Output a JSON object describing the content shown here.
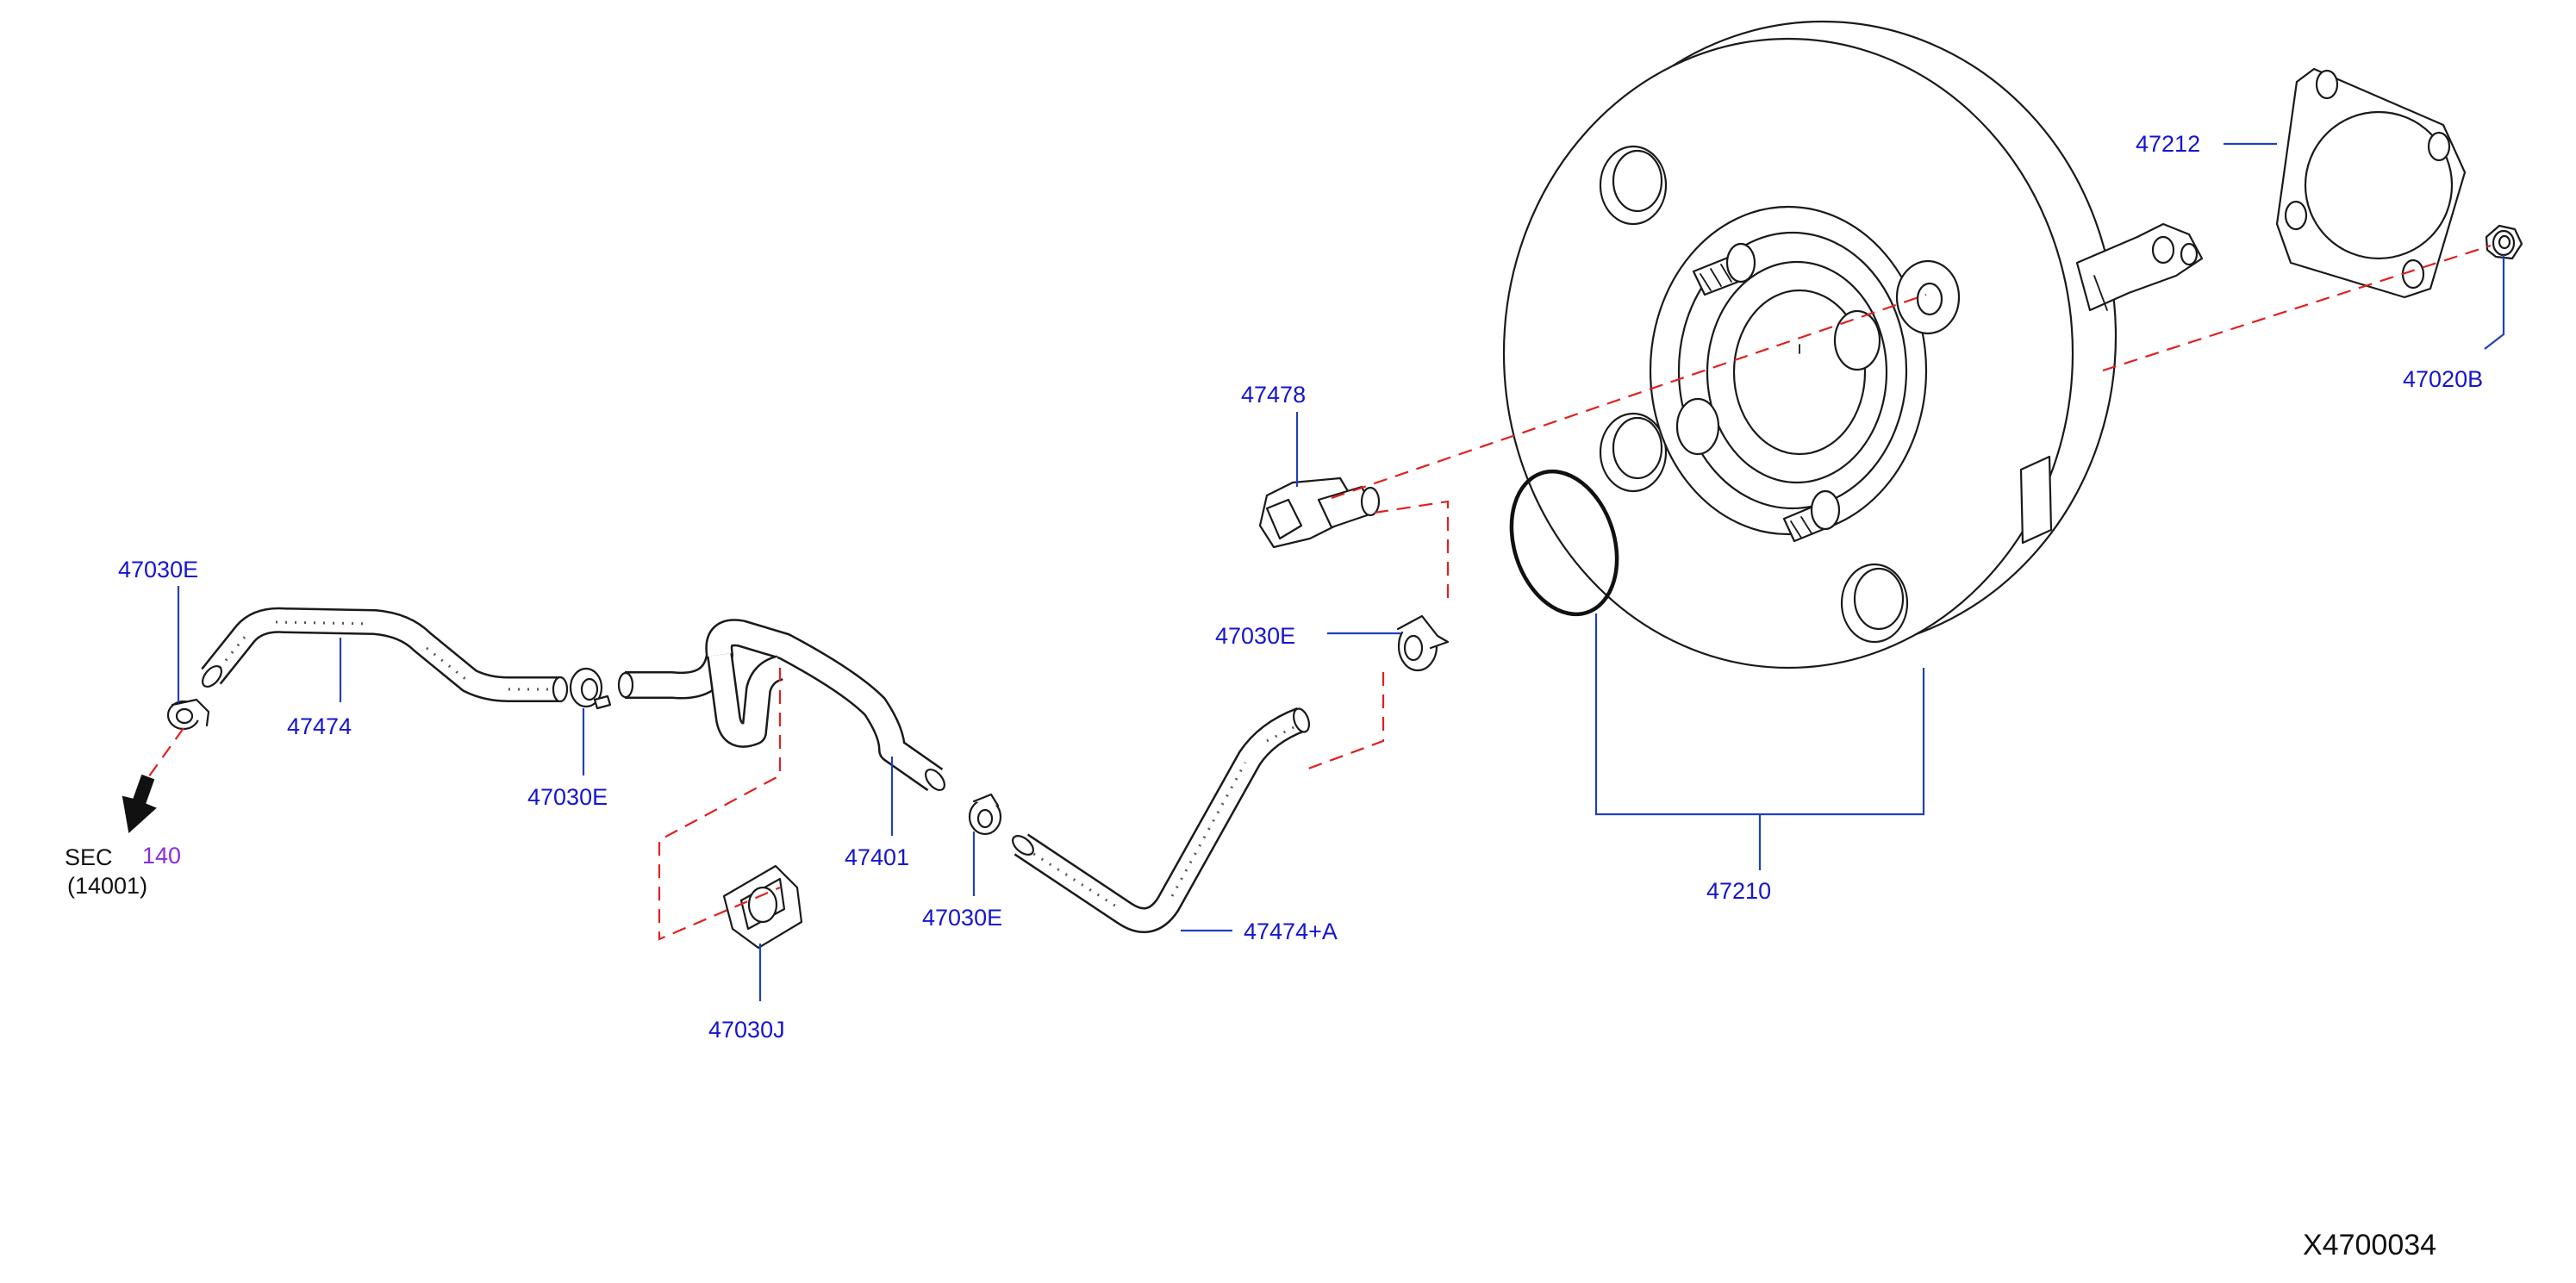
{
  "diagram": {
    "code": "X4700034",
    "labels": {
      "p47212": "47212",
      "p47020B": "47020B",
      "p47478": "47478",
      "p47030E_valve": "47030E",
      "p47030E_left": "47030E",
      "p47474": "47474",
      "p47030E_mid": "47030E",
      "p47401": "47401",
      "p47030E_low": "47030E",
      "p47474A": "47474+A",
      "p47030J": "47030J",
      "p47210": "47210"
    },
    "sec": {
      "prefix": "SEC",
      "number": "140",
      "ref": "(14001)"
    },
    "colors": {
      "label": "#1515d0",
      "sec_number": "#8a2be2",
      "dash": "#e02020",
      "leader": "#1f3fbf",
      "line": "#1a1a1a"
    }
  }
}
